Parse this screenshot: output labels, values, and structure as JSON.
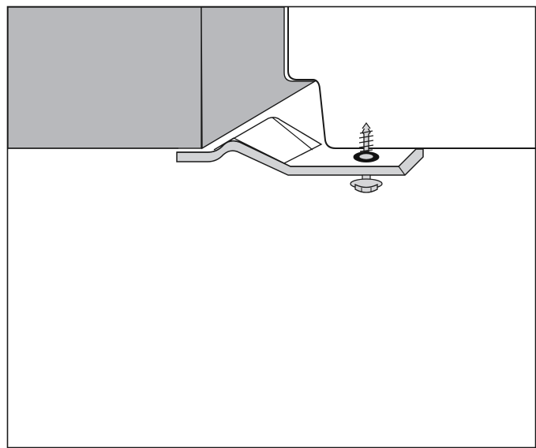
{
  "colors": {
    "background": "#ffffff",
    "outline": "#1a1a1a",
    "cabinet_fill": "#b8b9bc",
    "bracket_fill": "#d2d3d5",
    "screw_fill": "#d6d6d8",
    "washer_hole": "#111111"
  },
  "parts": [
    {
      "id": "countertop",
      "icon": "countertop-shape"
    },
    {
      "id": "appliance-body",
      "icon": "appliance-side-shape"
    },
    {
      "id": "mounting-bracket",
      "icon": "bracket-shape"
    },
    {
      "id": "mounting-screw",
      "icon": "screw-icon"
    },
    {
      "id": "screw-nut",
      "icon": "nut-icon"
    }
  ]
}
